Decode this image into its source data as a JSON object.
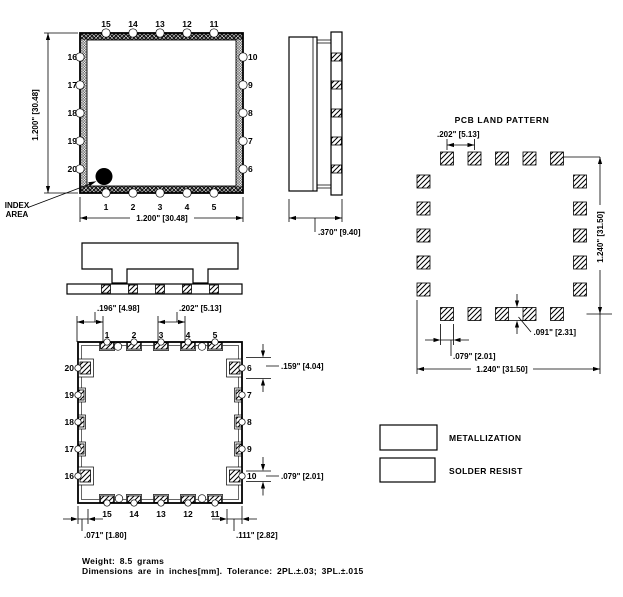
{
  "topView": {
    "pins_top": [
      "15",
      "14",
      "13",
      "12",
      "11"
    ],
    "pins_left": [
      "16",
      "17",
      "18",
      "19",
      "20"
    ],
    "pins_right": [
      "10",
      "9",
      "8",
      "7",
      "6"
    ],
    "pins_bottom": [
      "1",
      "2",
      "3",
      "4",
      "5"
    ],
    "dim_height": "1.200\" [30.48]",
    "dim_width": "1.200\" [30.48]",
    "index_area": [
      "INDEX",
      "AREA"
    ]
  },
  "sideView": {
    "dim_depth": ".370\" [9.40]"
  },
  "bottomView": {
    "pins_top": [
      "1",
      "2",
      "3",
      "4",
      "5"
    ],
    "pins_left": [
      "20",
      "19",
      "18",
      "17",
      "16"
    ],
    "pins_right": [
      "6",
      "7",
      "8",
      "9",
      "10"
    ],
    "pins_bottom": [
      "15",
      "14",
      "13",
      "12",
      "11"
    ],
    "dim_offset": ".196\" [4.98]",
    "dim_pitch": ".202\" [5.13]",
    "dim_pad_len": ".159\" [4.04]",
    "dim_pad_w": ".079\" [2.01]",
    "dim_edge_l": ".071\" [1.80]",
    "dim_edge_r": ".111\" [2.82]"
  },
  "landPattern": {
    "title": "PCB LAND PATTERN",
    "dim_pitch": ".202\" [5.13]",
    "dim_height": "1.240\" [31.50]",
    "dim_width": "1.240\" [31.50]",
    "dim_pad_h": ".091\" [2.31]",
    "dim_pad_w": ".079\" [2.01]"
  },
  "legend": {
    "metallization": "METALLIZATION",
    "solder_resist": "SOLDER RESIST"
  },
  "notes": {
    "weight": "Weight: 8.5 grams",
    "tolerance": "Dimensions are in inches[mm]. Tolerance: 2PL.±.03; 3PL.±.015"
  }
}
